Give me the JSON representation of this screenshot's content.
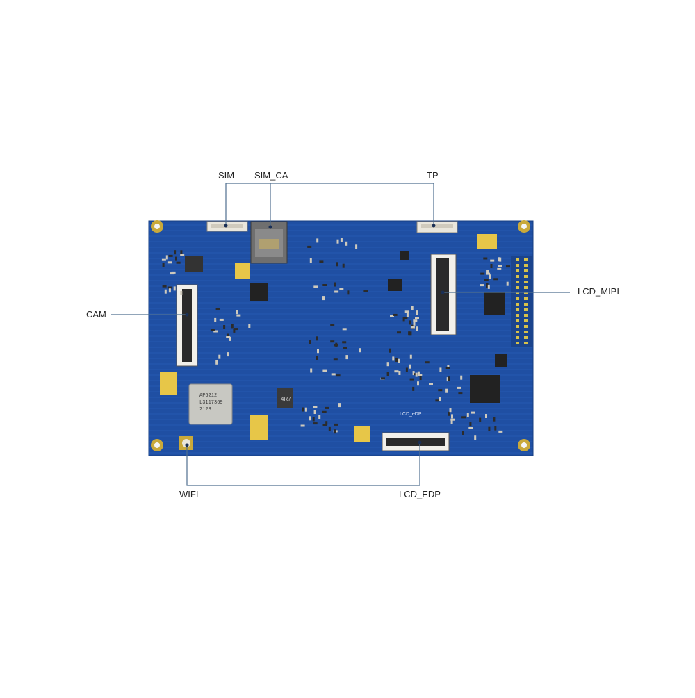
{
  "labels": {
    "sim": "SIM",
    "sim_ca": "SIM_CA",
    "tp": "TP",
    "lcd_mipi": "LCD_MIPI",
    "cam": "CAM",
    "wifi": "WIFI",
    "lcd_edp": "LCD_EDP"
  },
  "silkscreen": {
    "wifi_module": [
      "AP6212",
      "L3117369",
      "2128"
    ],
    "inductor": "4R7",
    "edp_connector": "LCD_eDP"
  },
  "colors": {
    "board": "#1f4fa3",
    "board_dark": "#173f88",
    "pad_gold": "#e7c648",
    "leader_line": "#4f6f8f"
  }
}
